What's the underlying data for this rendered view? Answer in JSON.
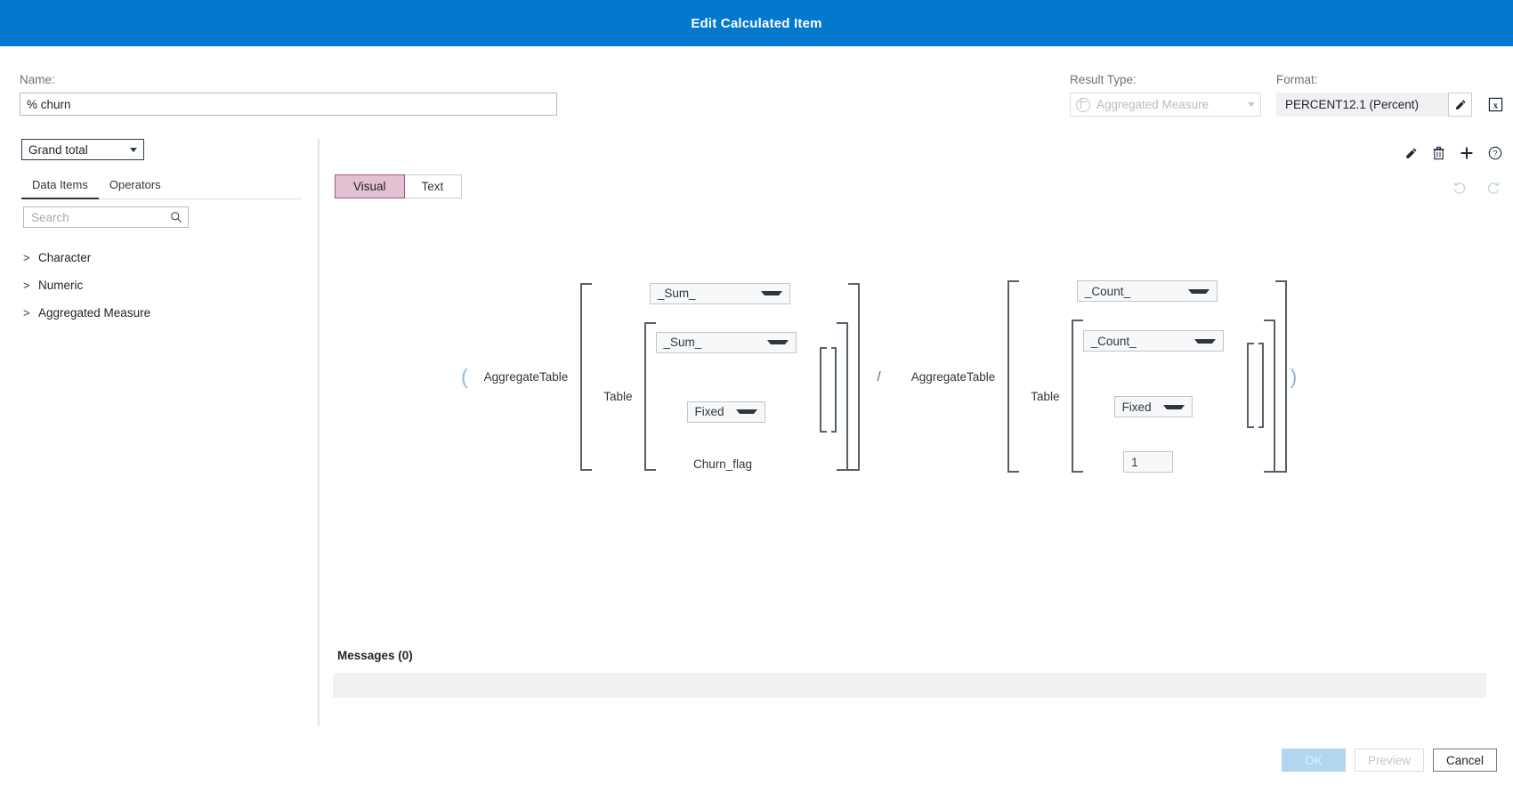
{
  "window": {
    "title": "Edit Calculated Item"
  },
  "form": {
    "name_label": "Name:",
    "name_value": "% churn",
    "name_placeholder": "",
    "result_type_label": "Result Type:",
    "result_type_value": "Aggregated Measure",
    "format_label": "Format:",
    "format_value": "PERCENT12.1 (Percent)",
    "format_edit_icon": "pencil-icon",
    "format_clear_icon": "x-boxed-icon"
  },
  "left_panel": {
    "scope_select_value": "Grand total",
    "tabs": [
      {
        "label": "Data Items",
        "active": true
      },
      {
        "label": "Operators",
        "active": false
      }
    ],
    "search_placeholder": "Search",
    "search_value": "",
    "search_icon": "search-icon",
    "tree": [
      {
        "label": "Character",
        "expanded": false
      },
      {
        "label": "Numeric",
        "expanded": false
      },
      {
        "label": "Aggregated Measure",
        "expanded": false
      }
    ]
  },
  "toolbar": {
    "edit_icon": "pencil-icon",
    "delete_icon": "trash-icon",
    "add_icon": "plus-icon",
    "help_icon": "question-circle-icon",
    "undo_icon": "undo-icon",
    "redo_icon": "redo-icon"
  },
  "view_tabs": [
    {
      "label": "Visual",
      "active": true
    },
    {
      "label": "Text",
      "active": false
    }
  ],
  "expression": {
    "open_paren": "(",
    "close_paren": ")",
    "divide_operator": "/",
    "left_term": {
      "function": "AggregateTable",
      "outer_aggregation": "_Sum_",
      "table_label": "Table",
      "inner_aggregation": "_Sum_",
      "context": "Fixed",
      "empty_slot": "",
      "leaf": "Churn_flag"
    },
    "right_term": {
      "function": "AggregateTable",
      "outer_aggregation": "_Count_",
      "table_label": "Table",
      "inner_aggregation": "_Count_",
      "context": "Fixed",
      "empty_slot": "",
      "leaf": "1"
    }
  },
  "messages": {
    "title": "Messages (0)",
    "body": ""
  },
  "footer": {
    "ok_label": "OK",
    "preview_label": "Preview",
    "cancel_label": "Cancel"
  },
  "colors": {
    "titlebar": "#0379cd",
    "active_vtab": "#e3c0d2",
    "active_vtab_border": "#a6567f",
    "bracket": "#55606b",
    "paren": "#8fb6d8",
    "ok_disabled": "#b0d7ef"
  }
}
